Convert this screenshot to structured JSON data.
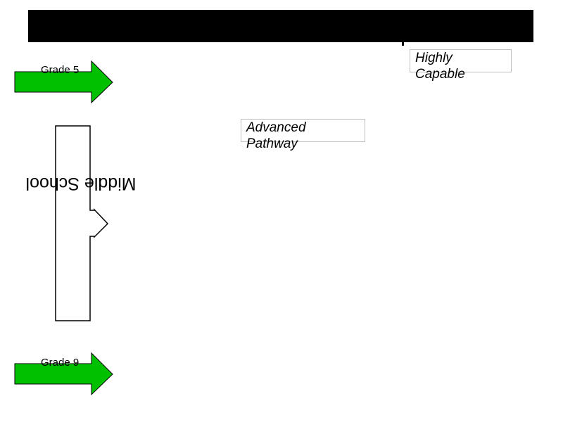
{
  "colors": {
    "arrow_fill": "#00c000",
    "title_bar": "#000000",
    "box_border": "#c0c0c0"
  },
  "arrows": {
    "top_label": "Grade 5",
    "bottom_label": "Grade 9"
  },
  "middle_school": {
    "label": "Middle School"
  },
  "notes": {
    "highly_capable": [
      "Highly",
      "Capable"
    ],
    "advanced_pathway": [
      "Advanced",
      "Pathway"
    ]
  }
}
